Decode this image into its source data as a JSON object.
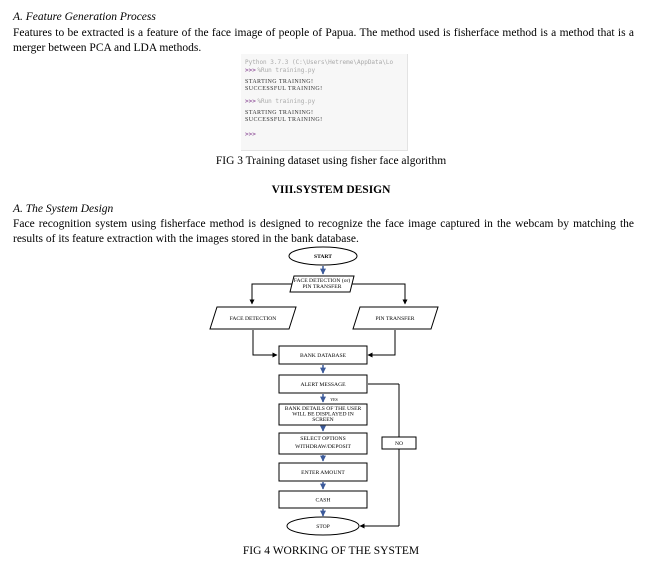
{
  "section_a": {
    "heading": "A.   Feature Generation Process",
    "paragraph": "Features to be extracted is a feature of the face image of people of Papua. The method used is fisherface method is a method that is a merger between PCA and LDA methods."
  },
  "shell": {
    "header": "Python 3.7.3 (C:\\Users\\Hetreme\\AppData\\Lo",
    "lines": [
      {
        "prompt": ">>>",
        "text": "%Run training.py"
      },
      {
        "out": "STARTING TRAINING!"
      },
      {
        "out": "SUCCESSFUL TRAINING!"
      },
      {
        "prompt": ">>>",
        "text": "%Run training.py"
      },
      {
        "out": "STARTING TRAINING!"
      },
      {
        "out": "SUCCESSFUL TRAINING!"
      },
      {
        "prompt": ">>>",
        "text": ""
      }
    ]
  },
  "fig3_caption": "FIG 3 Training dataset using fisher face algorithm",
  "section_viii": "VIII.SYSTEM DESIGN",
  "section_b": {
    "heading": "A.   The System Design",
    "paragraph": "Face recognition system using fisherface method is designed to recognize the face image captured in the webcam by matching the results of its feature extraction with the images stored in the bank database."
  },
  "flowchart": {
    "start": "START",
    "detect_or_pin": [
      "FACE DETECTION (or)",
      "PIN TRANSFER"
    ],
    "face_detection": "FACE DETECTION",
    "pin_transfer": "PIN TRANSFER",
    "bank_database": "BANK DATABASE",
    "alert_message": "ALERT MESSAGE",
    "yes": "YES",
    "bank_details": [
      "BANK DETAILS OF THE USER",
      "WILL BE DISPLAYED IN",
      "SCREEN"
    ],
    "select_options": [
      "SELECT OPTIONS",
      "WITHDRAW/DEPOSIT"
    ],
    "no": "NO",
    "enter_amount": "ENTER AMOUNT",
    "cash": "CASH",
    "stop": "STOP"
  },
  "fig4_caption": "FIG 4 WORKING OF THE SYSTEM"
}
